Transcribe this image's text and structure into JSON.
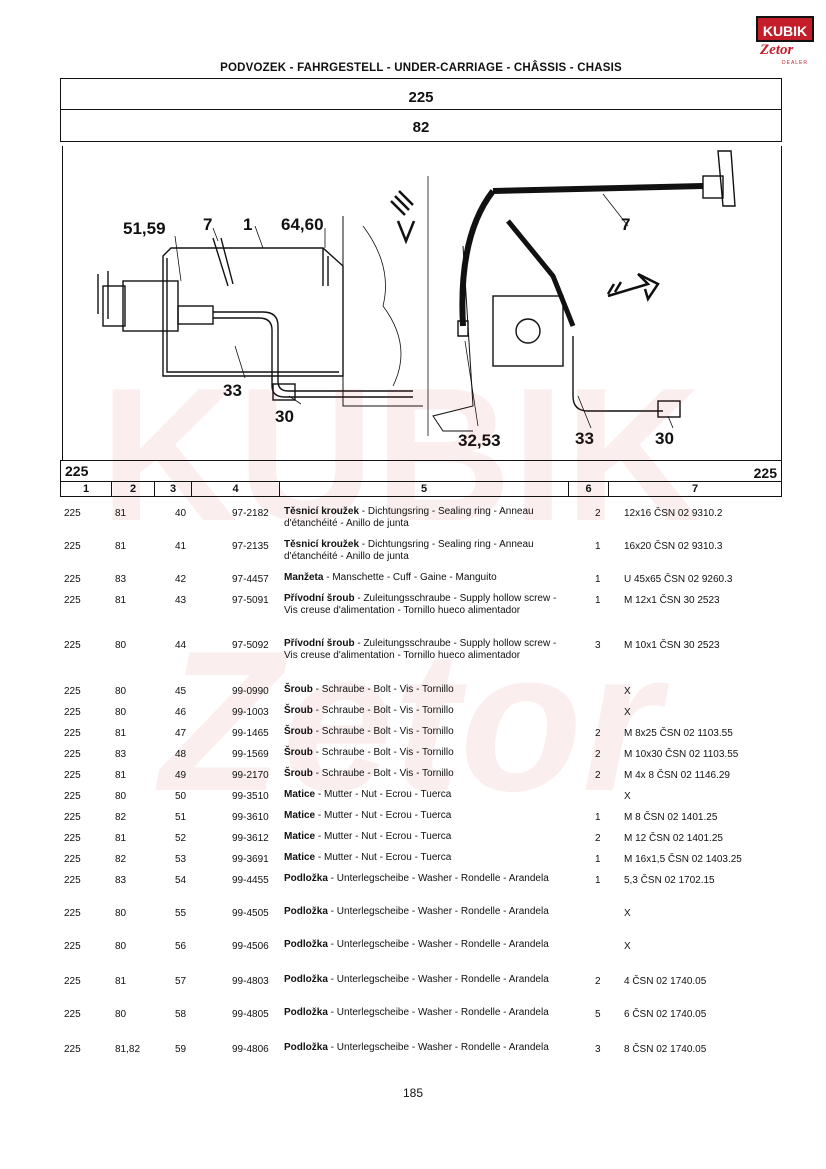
{
  "logo": {
    "brand_top": "KUBIK",
    "brand_bottom": "Zetor",
    "dealer": "DEALER"
  },
  "header": {
    "title": "PODVOZEK - FAHRGESTELL - UNDER-CARRIAGE - CHÂSSIS - CHASIS",
    "group": "225",
    "subgroup": "82"
  },
  "diagram": {
    "callouts_left": [
      "51,59",
      "7",
      "1",
      "64,60",
      "33",
      "30"
    ],
    "callouts_right": [
      "7",
      "32,53",
      "33",
      "30"
    ]
  },
  "table": {
    "group_left": "225",
    "group_right": "225",
    "columns": [
      "1",
      "2",
      "3",
      "4",
      "5",
      "6",
      "7"
    ],
    "rows": [
      {
        "c1": "225",
        "c2": "81",
        "c3": "40",
        "c4": "97-2182",
        "name": "Těsnicí kroužek",
        "desc": " - Dichtungsring - Sealing ring - Anneau d'étanchéité - Anillo de junta",
        "qty": "2",
        "spec": "12x16 ČSN 02 9310.2"
      },
      {
        "c1": "225",
        "c2": "81",
        "c3": "41",
        "c4": "97-2135",
        "name": "Těsnicí kroužek",
        "desc": " - Dichtungsring - Sealing ring - Anneau d'étanchéité - Anillo de junta",
        "qty": "1",
        "spec": "16x20 ČSN 02 9310.3"
      },
      {
        "c1": "225",
        "c2": "83",
        "c3": "42",
        "c4": "97-4457",
        "name": "Manžeta",
        "desc": " - Manschette - Cuff - Gaine - Manguito",
        "qty": "1",
        "spec": "U 45x65 ČSN 02 9260.3"
      },
      {
        "c1": "225",
        "c2": "81",
        "c3": "43",
        "c4": "97-5091",
        "name": "Přívodní šroub",
        "desc": " - Zuleitungsschraube - Supply hollow screw - Vis creuse d'alimentation - Tornillo hueco alimentador",
        "qty": "1",
        "spec": "M 12x1 ČSN 30 2523"
      },
      {
        "c1": "225",
        "c2": "80",
        "c3": "44",
        "c4": "97-5092",
        "name": "Přívodní šroub",
        "desc": " - Zuleitungsschraube - Supply hollow screw - Vis creuse d'alimentation - Tornillo hueco alimentador",
        "qty": "3",
        "spec": "M 10x1 ČSN 30 2523"
      },
      {
        "c1": "225",
        "c2": "80",
        "c3": "45",
        "c4": "99-0990",
        "name": "Šroub",
        "desc": " - Schraube - Bolt - Vis - Tornillo",
        "qty": "",
        "spec": "X"
      },
      {
        "c1": "225",
        "c2": "80",
        "c3": "46",
        "c4": "99-1003",
        "name": "Šroub",
        "desc": " - Schraube - Bolt - Vis - Tornillo",
        "qty": "",
        "spec": "X"
      },
      {
        "c1": "225",
        "c2": "81",
        "c3": "47",
        "c4": "99-1465",
        "name": "Šroub",
        "desc": " - Schraube - Bolt - Vis - Tornillo",
        "qty": "2",
        "spec": "M 8x25 ČSN 02 1103.55"
      },
      {
        "c1": "225",
        "c2": "83",
        "c3": "48",
        "c4": "99-1569",
        "name": "Šroub",
        "desc": " - Schraube - Bolt - Vis - Tornillo",
        "qty": "2",
        "spec": "M 10x30 ČSN 02 1103.55"
      },
      {
        "c1": "225",
        "c2": "81",
        "c3": "49",
        "c4": "99-2170",
        "name": "Šroub",
        "desc": " - Schraube - Bolt - Vis - Tornillo",
        "qty": "2",
        "spec": "M 4x 8 ČSN 02 1146.29"
      },
      {
        "c1": "225",
        "c2": "80",
        "c3": "50",
        "c4": "99-3510",
        "name": "Matice",
        "desc": " - Mutter - Nut - Ecrou - Tuerca",
        "qty": "",
        "spec": "X"
      },
      {
        "c1": "225",
        "c2": "82",
        "c3": "51",
        "c4": "99-3610",
        "name": "Matice",
        "desc": " - Mutter - Nut - Ecrou - Tuerca",
        "qty": "1",
        "spec": "M 8 ČSN 02 1401.25"
      },
      {
        "c1": "225",
        "c2": "81",
        "c3": "52",
        "c4": "99-3612",
        "name": "Matice",
        "desc": " - Mutter - Nut - Ecrou - Tuerca",
        "qty": "2",
        "spec": "M 12 ČSN 02 1401.25"
      },
      {
        "c1": "225",
        "c2": "82",
        "c3": "53",
        "c4": "99-3691",
        "name": "Matice",
        "desc": " - Mutter - Nut - Ecrou - Tuerca",
        "qty": "1",
        "spec": "M 16x1,5 ČSN 02 1403.25"
      },
      {
        "c1": "225",
        "c2": "83",
        "c3": "54",
        "c4": "99-4455",
        "name": "Podložka",
        "desc": " - Unterlegscheibe - Washer - Rondelle - Arandela",
        "qty": "1",
        "spec": "5,3 ČSN 02 1702.15"
      },
      {
        "c1": "225",
        "c2": "80",
        "c3": "55",
        "c4": "99-4505",
        "name": "Podložka",
        "desc": " - Unterlegscheibe - Washer - Rondelle - Arandela",
        "qty": "",
        "spec": "X"
      },
      {
        "c1": "225",
        "c2": "80",
        "c3": "56",
        "c4": "99-4506",
        "name": "Podložka",
        "desc": " - Unterlegscheibe - Washer - Rondelle - Arandela",
        "qty": "",
        "spec": "X"
      },
      {
        "c1": "225",
        "c2": "81",
        "c3": "57",
        "c4": "99-4803",
        "name": "Podložka",
        "desc": " - Unterlegscheibe - Washer - Rondelle - Arandela",
        "qty": "2",
        "spec": "4 ČSN 02 1740.05"
      },
      {
        "c1": "225",
        "c2": "80",
        "c3": "58",
        "c4": "99-4805",
        "name": "Podložka",
        "desc": " - Unterlegscheibe - Washer - Rondelle - Arandela",
        "qty": "5",
        "spec": "6 ČSN 02 1740.05"
      },
      {
        "c1": "225",
        "c2": "81,82",
        "c3": "59",
        "c4": "99-4806",
        "name": "Podložka",
        "desc": " - Unterlegscheibe - Washer - Rondelle - Arandela",
        "qty": "3",
        "spec": "8 ČSN 02 1740.05"
      }
    ]
  },
  "page_number": "185",
  "colors": {
    "brand_red": "#c41e2a",
    "ink": "#111111"
  }
}
